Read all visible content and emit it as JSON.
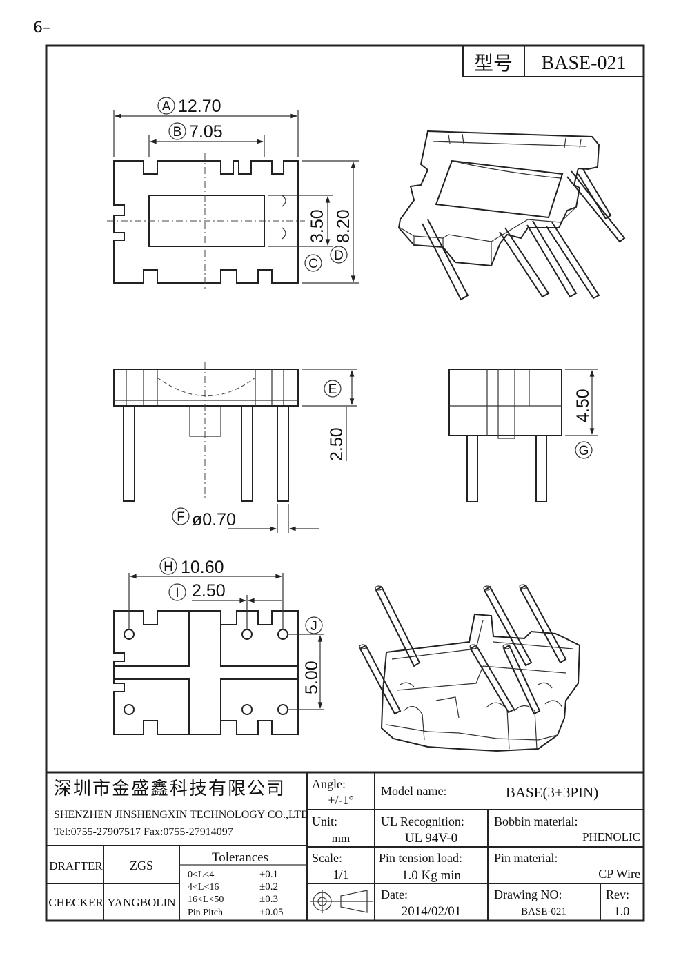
{
  "page_number": "6–",
  "title_block": {
    "model_label": "型号",
    "model_value": "BASE-021"
  },
  "dimensions": {
    "A": {
      "label": "A",
      "value": "12.70"
    },
    "B": {
      "label": "B",
      "value": "7.05"
    },
    "C": {
      "label": "C",
      "value": "3.50"
    },
    "D": {
      "label": "D",
      "value": "8.20"
    },
    "E": {
      "label": "E",
      "value": "2.50"
    },
    "F": {
      "label": "F",
      "value": "ø0.70"
    },
    "G": {
      "label": "G",
      "value": "4.50"
    },
    "H": {
      "label": "H",
      "value": "10.60"
    },
    "I": {
      "label": "I",
      "value": "2.50"
    },
    "J": {
      "label": "J",
      "value": "5.00"
    }
  },
  "company": {
    "name_cn": "深圳市金盛鑫科技有限公司",
    "name_en": "SHENZHEN JINSHENGXIN TECHNOLOGY CO.,LTD",
    "contact": "Tel:0755-27907517   Fax:0755-27914097"
  },
  "staff": {
    "drafter_label": "DRAFTER",
    "drafter_value": "ZGS",
    "checker_label": "CHECKER",
    "checker_value": "YANGBOLIN"
  },
  "tolerances": {
    "title": "Tolerances",
    "rows": [
      {
        "range": "0<L<4",
        "value": "±0.1"
      },
      {
        "range": "4<L<16",
        "value": "±0.2"
      },
      {
        "range": "16<L<50",
        "value": "±0.3"
      },
      {
        "range": "Pin Pitch",
        "value": "±0.05"
      }
    ]
  },
  "angle": {
    "label": "Angle:",
    "value": "+/-1°"
  },
  "unit": {
    "label": "Unit:",
    "value": "mm"
  },
  "scale": {
    "label": "Scale:",
    "value": "1/1"
  },
  "model": {
    "label": "Model name:",
    "value": "BASE(3+3PIN)"
  },
  "ul": {
    "label": "UL Recognition:",
    "value": "UL 94V-0"
  },
  "bobbin": {
    "label": "Bobbin material:",
    "value": "PHENOLIC"
  },
  "pin_tension": {
    "label": "Pin tension load:",
    "value": "1.0 Kg min"
  },
  "pin_material": {
    "label": "Pin material:",
    "value": "CP Wire"
  },
  "date": {
    "label": "Date:",
    "value": "2014/02/01"
  },
  "drawing_no": {
    "label": "Drawing NO:",
    "value": "BASE-021"
  },
  "rev": {
    "label": "Rev:",
    "value": "1.0"
  }
}
